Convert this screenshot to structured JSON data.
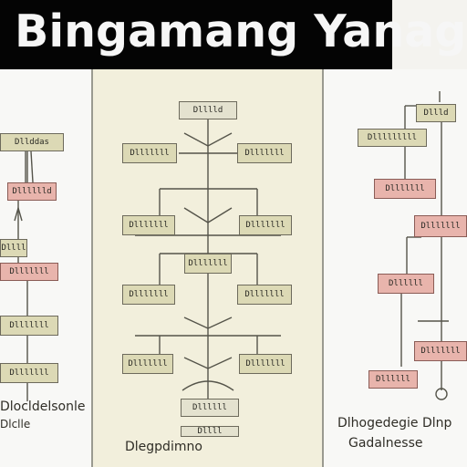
{
  "header": {
    "title": "Bingamang Yanag"
  },
  "left_panel": {
    "nodes": [
      "Dllddas",
      "Dlllllld",
      "Dllll",
      "Dlllllll",
      "Dlllllll",
      "Dlllllll"
    ],
    "caption_line1": "Dlocldelsonle",
    "caption_line2": "Dlclle"
  },
  "center_panel": {
    "nodes": [
      "Dlllld",
      "Dlllllll",
      "Dlllllll",
      "Dlllllll",
      "Dlllllll",
      "Dlllllll",
      "Dlllllll",
      "Dlllllll",
      "Dlllllll",
      "Dlllllll",
      "Dllllll",
      "Dllll"
    ],
    "caption": "Dlegpdimno"
  },
  "right_panel": {
    "nodes": [
      "Dllld",
      "Dlllllllll",
      "Dlllllll",
      "Dlllllll",
      "Dllllll",
      "Dlllllll",
      "Dllllll"
    ],
    "caption_line1": "Dlhogedegie Dlnp",
    "caption_line2": "Gadalnesse"
  }
}
